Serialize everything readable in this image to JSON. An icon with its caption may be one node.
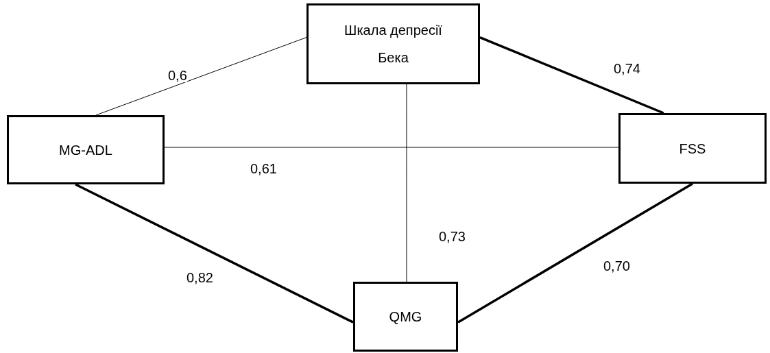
{
  "diagram": {
    "nodes": [
      {
        "text": [
          "Шкала депресії Бека"
        ]
      },
      {
        "text": [
          "MG-ADL"
        ]
      },
      {
        "text": [
          "FSS"
        ]
      },
      {
        "text": [
          "QMG"
        ]
      }
    ],
    "edges": [
      {
        "from": 0,
        "to": 1,
        "arrow": "none",
        "label": "0,6"
      },
      {
        "from": 0,
        "to": 2,
        "arrow": "none",
        "label": "0,74",
        "style": "thick"
      },
      {
        "from": 1,
        "to": 2,
        "arrow": "none",
        "label": "0,61"
      },
      {
        "from": 0,
        "to": 3,
        "arrow": "none",
        "label": "0,73"
      },
      {
        "from": 1,
        "to": 3,
        "arrow": "none",
        "label": "0,82",
        "style": "thick"
      },
      {
        "from": 2,
        "to": 3,
        "arrow": "none",
        "label": "0,70",
        "style": "thick"
      }
    ]
  }
}
